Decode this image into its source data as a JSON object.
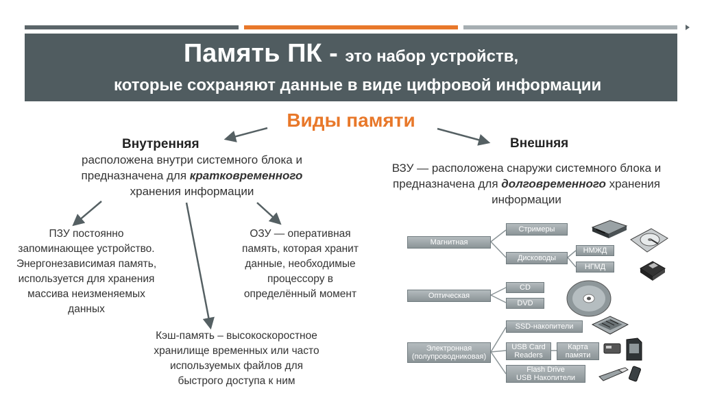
{
  "slide": {
    "title_main": "Память ПК - ",
    "title_rest": "это набор устройств,",
    "title_line2": "которые сохраняют данные в виде цифровой информации",
    "heading": "Виды памяти",
    "colors": {
      "header_bg": "#505c60",
      "accent": "#e8782a",
      "bar_gray": "#5b6569",
      "bar_light": "#a6aeb2"
    }
  },
  "internal": {
    "title": "Внутренняя",
    "desc_line1": "расположена внутри системного блока и",
    "desc_line2_pre": "предназначена для ",
    "desc_line2_em": "кратковременного",
    "desc_line3": "хранения информации",
    "rom": [
      "ПЗУ  постоянно",
      "запоминающее устройство.",
      "Энергонезависимая память,",
      "используется для хранения",
      "массива неизменяемых",
      "данных"
    ],
    "ram": [
      "ОЗУ — оперативная",
      "память, которая хранит",
      "данные, необходимые",
      "процессору в",
      "определённый момент"
    ],
    "cache": [
      "Кэш-память – высокоскоростное",
      "хранилище временных или часто",
      "используемых файлов для",
      "быстрого доступа к ним"
    ]
  },
  "external": {
    "title": "Внешняя",
    "desc_line1": "ВЗУ  — расположена снаружи системного блока и",
    "desc_line2_pre": "предназначена для ",
    "desc_line2_em": "долговременного",
    "desc_line2_post": " хранения",
    "desc_line3": "информации"
  },
  "scheme": {
    "magnetic": "Магнитная",
    "streamers": "Стримеры",
    "disk_drives": "Дисководы",
    "hdd": "НМЖД",
    "fdd": "НГМД",
    "optical": "Оптическая",
    "cd": "CD",
    "dvd": "DVD",
    "electronic_1": "Электронная",
    "electronic_2": "(полупроводниковая)",
    "ssd": "SSD-накопители",
    "usb_card_1": "USB Card",
    "usb_card_2": "Readers",
    "memory_card_1": "Карта",
    "memory_card_2": "памяти",
    "flash_1": "Flash Drive",
    "flash_2": "USB Накопители"
  }
}
